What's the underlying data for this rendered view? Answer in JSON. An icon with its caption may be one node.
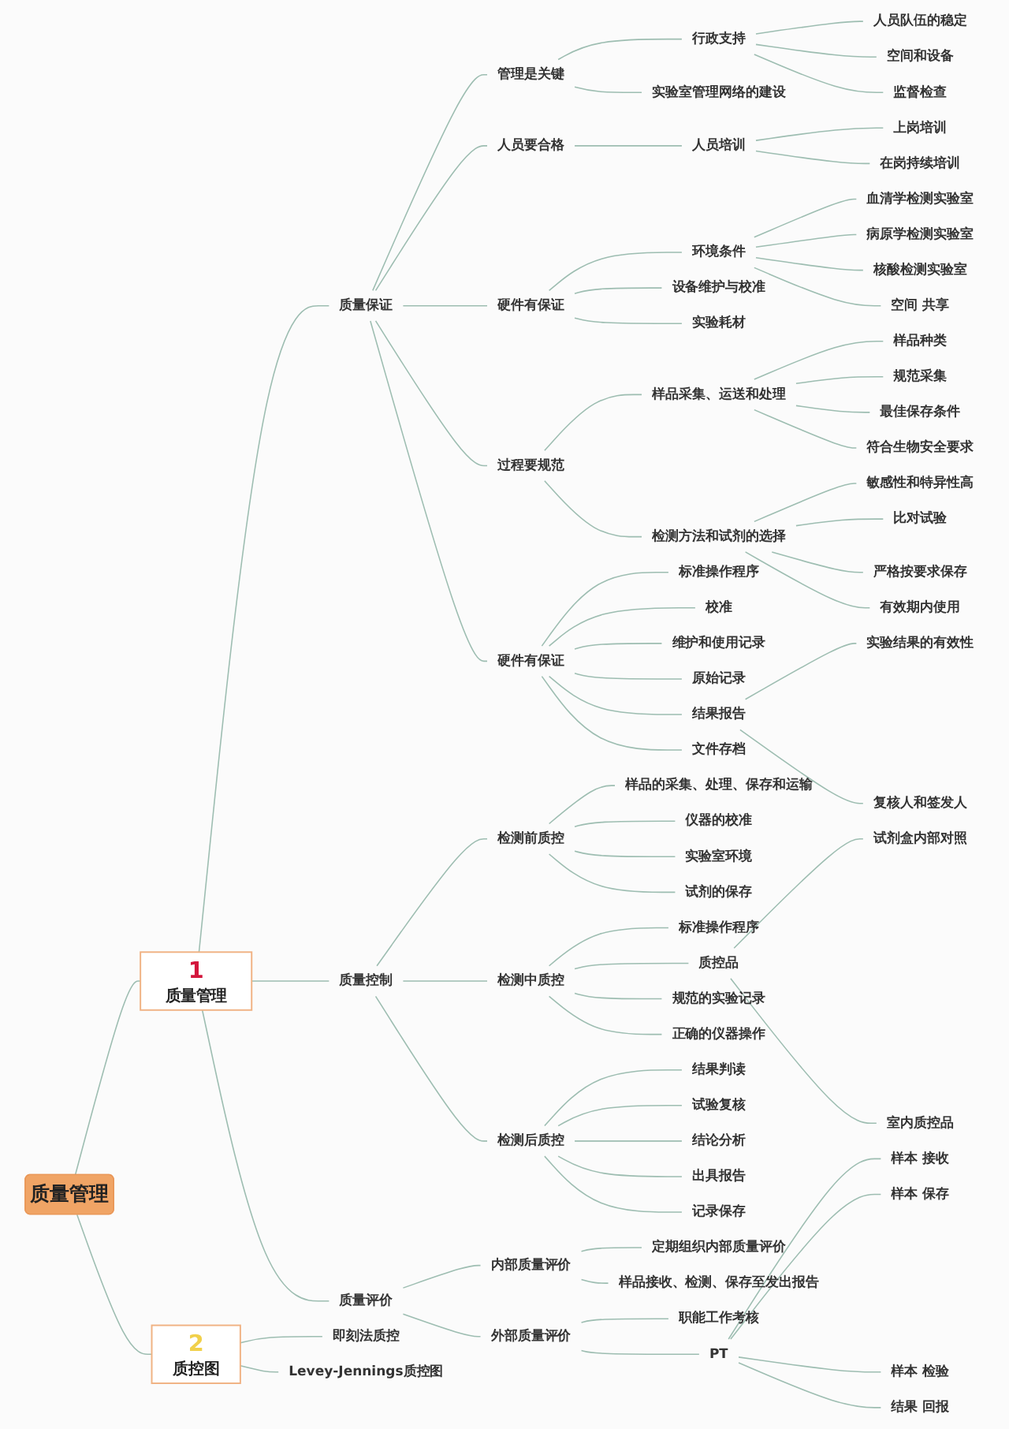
{
  "diagram": {
    "nodes": [
      {
        "text": [
          "质量管理"
        ]
      },
      {
        "text": [
          "1",
          "质量管理"
        ]
      },
      {
        "text": [
          "质量保证"
        ]
      },
      {
        "text": [
          "管理是关键"
        ]
      },
      {
        "text": [
          "行政支持"
        ]
      },
      {
        "text": [
          "人员队伍的稳定"
        ]
      },
      {
        "text": [
          "空间和设备"
        ]
      },
      {
        "text": [
          "监督检查"
        ]
      },
      {
        "text": [
          "实验室管理网络的建设"
        ]
      },
      {
        "text": [
          "人员要合格"
        ]
      },
      {
        "text": [
          "人员培训"
        ]
      },
      {
        "text": [
          "上岗培训"
        ]
      },
      {
        "text": [
          "在岗持续培训"
        ]
      },
      {
        "text": [
          "硬件有保证"
        ]
      },
      {
        "text": [
          "环境条件"
        ]
      },
      {
        "text": [
          "血清学检测实验室"
        ]
      },
      {
        "text": [
          "病原学检测实验室"
        ]
      },
      {
        "text": [
          "核酸检测实验室"
        ]
      },
      {
        "text": [
          "空间 共享"
        ]
      },
      {
        "text": [
          "设备维护与校准"
        ]
      },
      {
        "text": [
          "实验耗材"
        ]
      },
      {
        "text": [
          "过程要规范"
        ]
      },
      {
        "text": [
          "样品采集、运送和处理"
        ]
      },
      {
        "text": [
          "样品种类"
        ]
      },
      {
        "text": [
          "规范采集"
        ]
      },
      {
        "text": [
          "最佳保存条件"
        ]
      },
      {
        "text": [
          "符合生物安全要求"
        ]
      },
      {
        "text": [
          "检测方法和试剂的选择"
        ]
      },
      {
        "text": [
          "敏感性和特异性高"
        ]
      },
      {
        "text": [
          "比对试验"
        ]
      },
      {
        "text": [
          "严格按要求保存"
        ]
      },
      {
        "text": [
          "有效期内使用"
        ]
      },
      {
        "text": [
          "硬件有保证"
        ]
      },
      {
        "text": [
          "标准操作程序"
        ]
      },
      {
        "text": [
          "校准"
        ]
      },
      {
        "text": [
          "维护和使用记录"
        ]
      },
      {
        "text": [
          "原始记录"
        ]
      },
      {
        "text": [
          "结果报告"
        ]
      },
      {
        "text": [
          "实验结果的有效性"
        ]
      },
      {
        "text": [
          "复核人和签发人"
        ]
      },
      {
        "text": [
          "文件存档"
        ]
      },
      {
        "text": [
          "质量控制"
        ]
      },
      {
        "text": [
          "检测前质控"
        ]
      },
      {
        "text": [
          "样品的采集、处理、保存和运输"
        ]
      },
      {
        "text": [
          "仪器的校准"
        ]
      },
      {
        "text": [
          "实验室环境"
        ]
      },
      {
        "text": [
          "试剂的保存"
        ]
      },
      {
        "text": [
          "检测中质控"
        ]
      },
      {
        "text": [
          "标准操作程序"
        ]
      },
      {
        "text": [
          "质控品"
        ]
      },
      {
        "text": [
          "试剂盒内部对照"
        ]
      },
      {
        "text": [
          "室内质控品"
        ]
      },
      {
        "text": [
          "规范的实验记录"
        ]
      },
      {
        "text": [
          "正确的仪器操作"
        ]
      },
      {
        "text": [
          "检测后质控"
        ]
      },
      {
        "text": [
          "结果判读"
        ]
      },
      {
        "text": [
          "试验复核"
        ]
      },
      {
        "text": [
          "结论分析"
        ]
      },
      {
        "text": [
          "出具报告"
        ]
      },
      {
        "text": [
          "记录保存"
        ]
      },
      {
        "text": [
          "质量评价"
        ]
      },
      {
        "text": [
          "内部质量评价"
        ]
      },
      {
        "text": [
          "定期组织内部质量评价"
        ]
      },
      {
        "text": [
          "样品接收、检测、保存至发出报告"
        ]
      },
      {
        "text": [
          "外部质量评价"
        ]
      },
      {
        "text": [
          "职能工作考核"
        ]
      },
      {
        "text": [
          "PT"
        ]
      },
      {
        "text": [
          "样本 接收"
        ]
      },
      {
        "text": [
          "样本 保存"
        ]
      },
      {
        "text": [
          "样本 检验"
        ]
      },
      {
        "text": [
          "结果 回报"
        ]
      },
      {
        "text": [
          "2",
          "质控图"
        ]
      },
      {
        "text": [
          "即刻法质控"
        ]
      },
      {
        "text": [
          "Levey-Jennings质控图"
        ]
      }
    ],
    "edges": [
      {
        "from": 0,
        "to": 1,
        "arrow": "none"
      },
      {
        "from": 1,
        "to": 2,
        "arrow": "none"
      },
      {
        "from": 2,
        "to": 3,
        "arrow": "none"
      },
      {
        "from": 3,
        "to": 4,
        "arrow": "none"
      },
      {
        "from": 4,
        "to": 5,
        "arrow": "none"
      },
      {
        "from": 4,
        "to": 6,
        "arrow": "none"
      },
      {
        "from": 4,
        "to": 7,
        "arrow": "none"
      },
      {
        "from": 3,
        "to": 8,
        "arrow": "none"
      },
      {
        "from": 2,
        "to": 9,
        "arrow": "none"
      },
      {
        "from": 9,
        "to": 10,
        "arrow": "none"
      },
      {
        "from": 10,
        "to": 11,
        "arrow": "none"
      },
      {
        "from": 10,
        "to": 12,
        "arrow": "none"
      },
      {
        "from": 2,
        "to": 13,
        "arrow": "none"
      },
      {
        "from": 13,
        "to": 14,
        "arrow": "none"
      },
      {
        "from": 14,
        "to": 15,
        "arrow": "none"
      },
      {
        "from": 14,
        "to": 16,
        "arrow": "none"
      },
      {
        "from": 14,
        "to": 17,
        "arrow": "none"
      },
      {
        "from": 14,
        "to": 18,
        "arrow": "none"
      },
      {
        "from": 13,
        "to": 19,
        "arrow": "none"
      },
      {
        "from": 13,
        "to": 20,
        "arrow": "none"
      },
      {
        "from": 2,
        "to": 21,
        "arrow": "none"
      },
      {
        "from": 21,
        "to": 22,
        "arrow": "none"
      },
      {
        "from": 22,
        "to": 23,
        "arrow": "none"
      },
      {
        "from": 22,
        "to": 24,
        "arrow": "none"
      },
      {
        "from": 22,
        "to": 25,
        "arrow": "none"
      },
      {
        "from": 22,
        "to": 26,
        "arrow": "none"
      },
      {
        "from": 21,
        "to": 27,
        "arrow": "none"
      },
      {
        "from": 27,
        "to": 28,
        "arrow": "none"
      },
      {
        "from": 27,
        "to": 29,
        "arrow": "none"
      },
      {
        "from": 27,
        "to": 30,
        "arrow": "none"
      },
      {
        "from": 27,
        "to": 31,
        "arrow": "none"
      },
      {
        "from": 2,
        "to": 32,
        "arrow": "none"
      },
      {
        "from": 32,
        "to": 33,
        "arrow": "none"
      },
      {
        "from": 32,
        "to": 34,
        "arrow": "none"
      },
      {
        "from": 32,
        "to": 35,
        "arrow": "none"
      },
      {
        "from": 32,
        "to": 36,
        "arrow": "none"
      },
      {
        "from": 32,
        "to": 37,
        "arrow": "none"
      },
      {
        "from": 37,
        "to": 38,
        "arrow": "none"
      },
      {
        "from": 37,
        "to": 39,
        "arrow": "none"
      },
      {
        "from": 32,
        "to": 40,
        "arrow": "none"
      },
      {
        "from": 1,
        "to": 41,
        "arrow": "none"
      },
      {
        "from": 41,
        "to": 42,
        "arrow": "none"
      },
      {
        "from": 42,
        "to": 43,
        "arrow": "none"
      },
      {
        "from": 42,
        "to": 44,
        "arrow": "none"
      },
      {
        "from": 42,
        "to": 45,
        "arrow": "none"
      },
      {
        "from": 42,
        "to": 46,
        "arrow": "none"
      },
      {
        "from": 41,
        "to": 47,
        "arrow": "none"
      },
      {
        "from": 47,
        "to": 48,
        "arrow": "none"
      },
      {
        "from": 47,
        "to": 49,
        "arrow": "none"
      },
      {
        "from": 49,
        "to": 50,
        "arrow": "none"
      },
      {
        "from": 49,
        "to": 51,
        "arrow": "none"
      },
      {
        "from": 47,
        "to": 52,
        "arrow": "none"
      },
      {
        "from": 47,
        "to": 53,
        "arrow": "none"
      },
      {
        "from": 41,
        "to": 54,
        "arrow": "none"
      },
      {
        "from": 54,
        "to": 55,
        "arrow": "none"
      },
      {
        "from": 54,
        "to": 56,
        "arrow": "none"
      },
      {
        "from": 54,
        "to": 57,
        "arrow": "none"
      },
      {
        "from": 54,
        "to": 58,
        "arrow": "none"
      },
      {
        "from": 54,
        "to": 59,
        "arrow": "none"
      },
      {
        "from": 1,
        "to": 60,
        "arrow": "none"
      },
      {
        "from": 60,
        "to": 61,
        "arrow": "none"
      },
      {
        "from": 61,
        "to": 62,
        "arrow": "none"
      },
      {
        "from": 61,
        "to": 63,
        "arrow": "none"
      },
      {
        "from": 60,
        "to": 64,
        "arrow": "none"
      },
      {
        "from": 64,
        "to": 65,
        "arrow": "none"
      },
      {
        "from": 64,
        "to": 66,
        "arrow": "none"
      },
      {
        "from": 66,
        "to": 67,
        "arrow": "none"
      },
      {
        "from": 66,
        "to": 68,
        "arrow": "none"
      },
      {
        "from": 66,
        "to": 69,
        "arrow": "none"
      },
      {
        "from": 66,
        "to": 70,
        "arrow": "none"
      },
      {
        "from": 0,
        "to": 71,
        "arrow": "none"
      },
      {
        "from": 71,
        "to": 72,
        "arrow": "none"
      },
      {
        "from": 71,
        "to": 73,
        "arrow": "none"
      }
    ]
  }
}
